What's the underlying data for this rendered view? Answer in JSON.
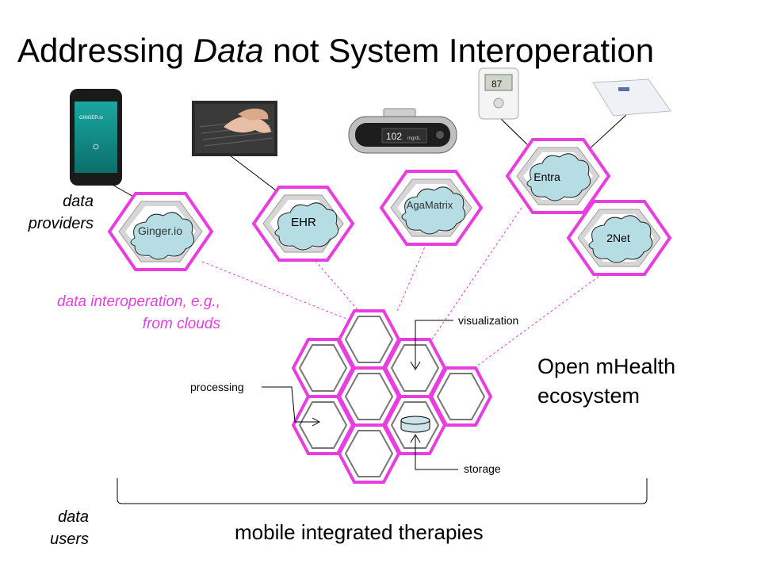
{
  "title": {
    "prefix": "Addressing ",
    "emph": "Data",
    "suffix": " not System Interoperation"
  },
  "labels": {
    "data_providers": "data providers",
    "data_interoperation": "data interoperation, e.g., from clouds",
    "open_mhealth": "Open mHealth ecosystem",
    "data_users": "data users",
    "mobile_therapies": "mobile integrated therapies",
    "visualization": "visualization",
    "processing": "processing",
    "storage": "storage"
  },
  "providers": [
    "Ginger.io",
    "EHR",
    "AgaMatrix",
    "Entra",
    "2Net"
  ],
  "devices": {
    "phone_screen_text": "GINGER.io",
    "glucometer_reading": "102",
    "glucometer_unit": "mg/dL",
    "meter_reading": "87"
  },
  "colors": {
    "accent": "#e83ee0",
    "cloud_fill": "#b7dde4",
    "hex_gray": "#d4d4d4"
  }
}
